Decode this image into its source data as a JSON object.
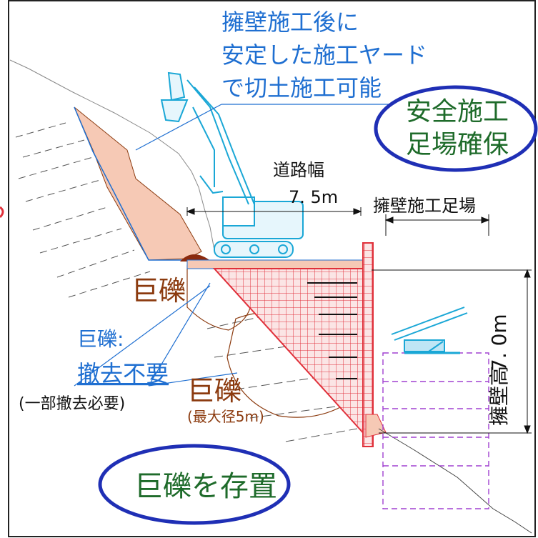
{
  "texts": {
    "caption_line1": "擁壁施工後に",
    "caption_line2": "安定した施工ヤード",
    "caption_line3": "で切土施工可能",
    "ellipse_safety_line1": "安全施工",
    "ellipse_safety_line2": "足場確保",
    "road_width_label": "道路幅",
    "road_width_value": "7. 5m",
    "wall_scaffold_label": "擁壁施工足場",
    "wall_height_label": "擁壁高",
    "wall_height_value": "7. 0m",
    "boulder_label_large": "巨礫",
    "boulder_note_line1": "巨礫:",
    "boulder_note_line2": "撤去不要",
    "boulder_note_line3": "(一部撤去必要)",
    "boulder_label_2": "巨礫",
    "boulder_size_note": "(最大径5m)",
    "ellipse_keep_boulder": "巨礫を存置"
  },
  "colors": {
    "frame": "#222222",
    "blue_text": "#1f6fd1",
    "dark_green_text": "#1e6b2a",
    "brown_text": "#8b3a0e",
    "ellipse_stroke": "#1f2fb5",
    "cut_soil_fill": "#f6c9b5",
    "red_grid": "#e0303a",
    "purple_dashed": "#a040d0",
    "machine_cyan": "#1aa7d6",
    "dash_gray": "#555555"
  }
}
